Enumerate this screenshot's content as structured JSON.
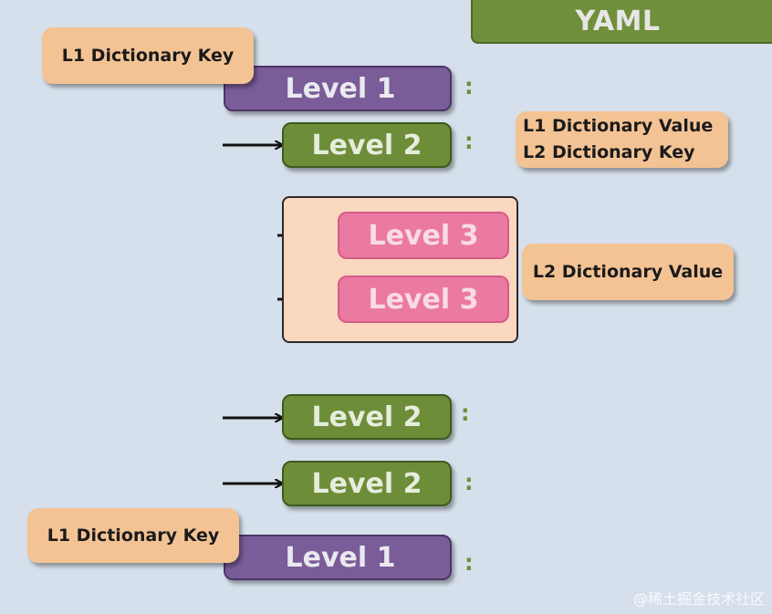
{
  "title": "YAML",
  "level1_label": "Level 1",
  "level2_label": "Level 2",
  "level3_label": "Level 3",
  "colon": ":",
  "tags": {
    "l1_dict_key": "L1 Dictionary Key",
    "l1_dict_value": "L1 Dictionary Value",
    "l2_dict_key": "L2 Dictionary Key",
    "l2_dict_value": "L2 Dictionary Value"
  },
  "watermark": "@稀土掘金技术社区",
  "colors": {
    "background": "#d6e0ec",
    "level1": "#7a5c98",
    "level2": "#6e8d39",
    "level3": "#ea7aa2",
    "tag": "#f4c394",
    "group": "#fad8c0"
  }
}
